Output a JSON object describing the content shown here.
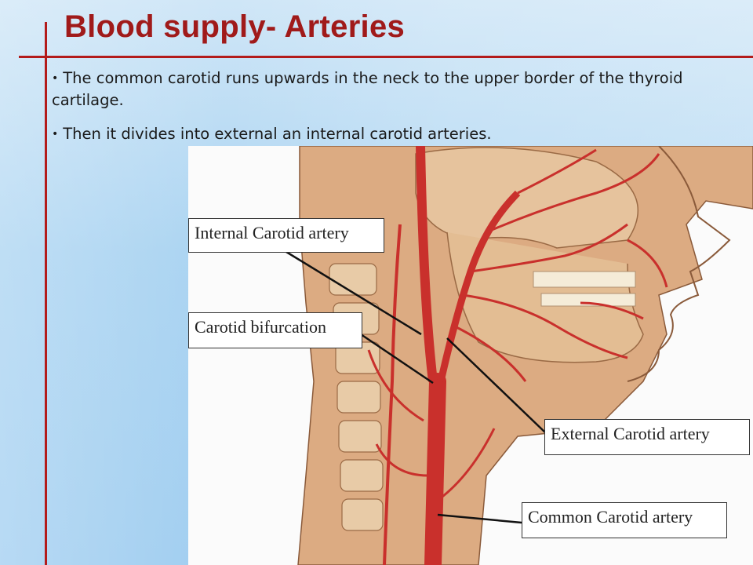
{
  "slide": {
    "title": "Blood supply- Arteries",
    "bullets": [
      {
        "marker": "•",
        "text": "The common carotid runs upwards in the neck to the upper border of the thyroid cartilage."
      },
      {
        "marker": "•",
        "text": "Then it divides into external an internal carotid arteries."
      }
    ]
  },
  "figure": {
    "labels": {
      "internal": "Internal Carotid artery",
      "bifurcation": "Carotid bifurcation",
      "external": "External Carotid artery",
      "common": "Common Carotid artery"
    }
  },
  "colors": {
    "accent_red": "#b31b1b",
    "title_red": "#a01a1a",
    "artery_red": "#c9302c",
    "skin": "#d9a57a",
    "background_blue": "#a9d3f1"
  }
}
